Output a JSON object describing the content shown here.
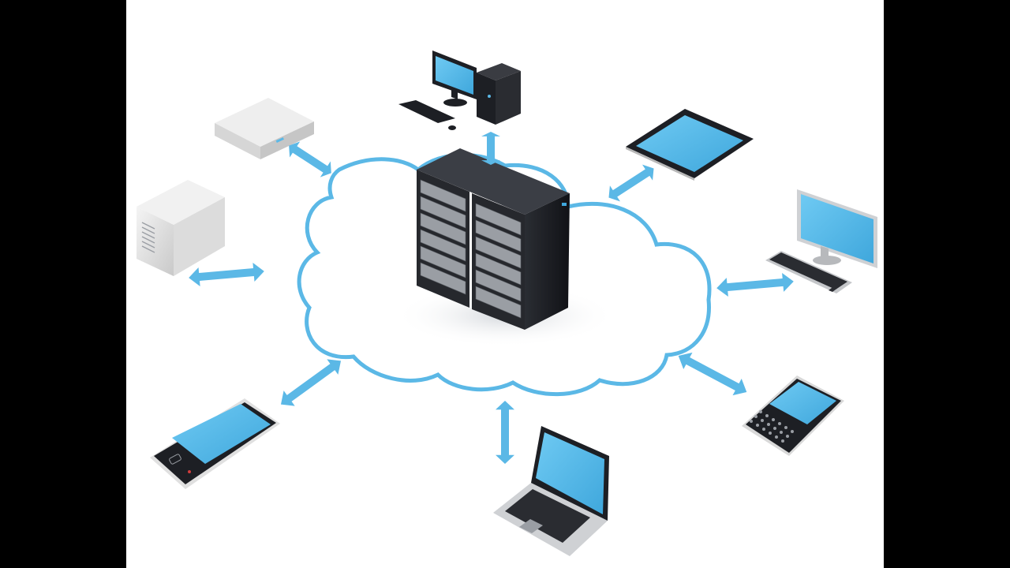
{
  "diagram": {
    "hub": {
      "name": "server-rack-cluster",
      "icon": "server-rack-icon"
    },
    "cloud": {
      "name": "network-cloud",
      "icon": "cloud-outline-icon"
    },
    "nodes": [
      {
        "id": "desktop-computer",
        "icon": "desktop-computer-icon"
      },
      {
        "id": "tablet",
        "icon": "tablet-icon"
      },
      {
        "id": "monitor-keyboard-station",
        "icon": "monitor-keyboard-icon"
      },
      {
        "id": "qwerty-smartphone",
        "icon": "qwerty-phone-icon"
      },
      {
        "id": "laptop",
        "icon": "laptop-icon"
      },
      {
        "id": "touch-smartphone",
        "icon": "smartphone-icon"
      },
      {
        "id": "tower-server",
        "icon": "tower-server-icon"
      },
      {
        "id": "network-storage-box",
        "icon": "nas-box-icon"
      }
    ],
    "connector": {
      "icon": "double-arrow-icon",
      "bidirectional": true
    },
    "colors": {
      "accent": "#5bb8e6",
      "screen": "#5ec0ee",
      "device_dark": "#1d1f24",
      "device_light": "#e4e4e4",
      "backdrop": "#000000",
      "panel": "#ffffff"
    }
  }
}
